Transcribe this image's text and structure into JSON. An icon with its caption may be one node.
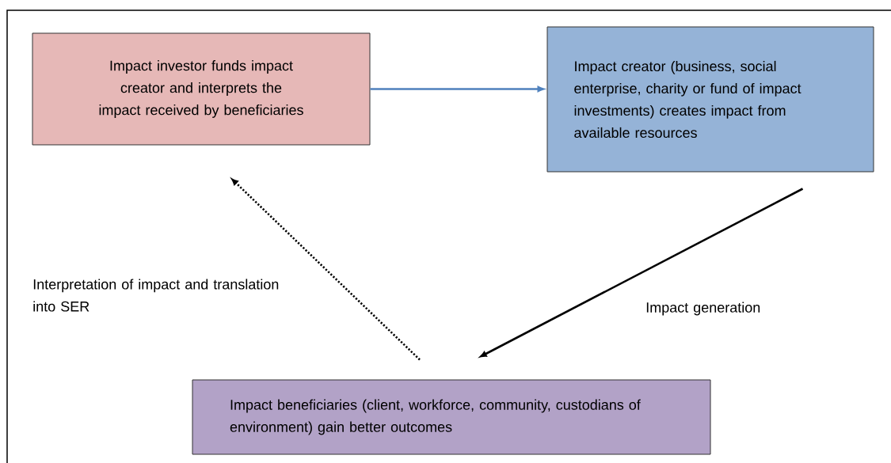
{
  "diagram": {
    "nodes": [
      {
        "text": [
          "Impact investor funds impact creator and interprets the impact received by beneficiaries"
        ]
      },
      {
        "text": [
          "Impact creator (business, social enterprise, charity or fund of impact investments) creates impact from available resources"
        ]
      },
      {
        "text": [
          "Impact beneficiaries (client, workforce, community, custodians of environment) gain better outcomes"
        ]
      }
    ],
    "edges": [
      {
        "from": 0,
        "to": 1,
        "arrow": "to",
        "color": "#4f81bd"
      },
      {
        "from": 1,
        "to": 2,
        "arrow": "to",
        "label": "Impact generation"
      },
      {
        "from": 2,
        "to": 0,
        "arrow": "to",
        "label": "Interpretation of impact and translation into SER",
        "style": "dashed"
      }
    ]
  }
}
